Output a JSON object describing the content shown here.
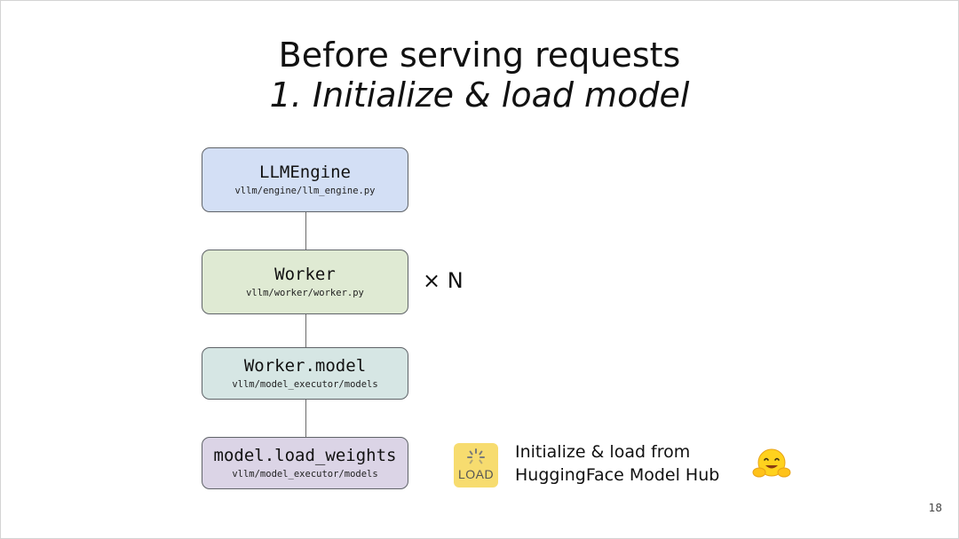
{
  "title": "Before serving requests",
  "subtitle": "1. Initialize & load model",
  "nodes": [
    {
      "name": "LLMEngine",
      "path": "vllm/engine/llm_engine.py",
      "color": "#d3dff5"
    },
    {
      "name": "Worker",
      "path": "vllm/worker/worker.py",
      "color": "#dfead3"
    },
    {
      "name": "Worker.model",
      "path": "vllm/model_executor/models",
      "color": "#d6e6e4"
    },
    {
      "name": "model.load_weights",
      "path": "vllm/model_executor/models",
      "color": "#dbd4e6"
    }
  ],
  "multiplier": "× N",
  "load": {
    "icon_label": "LOAD",
    "icon_name": "load-icon",
    "note_line1": "Initialize & load from",
    "note_line2": "HuggingFace Model Hub",
    "emoji_name": "hugging-face-emoji-icon"
  },
  "page_number": "18",
  "colors": {
    "load_icon_bg": "#f7dc6f",
    "hug_face": "#ffd21e",
    "node_border": "#5f6368"
  }
}
